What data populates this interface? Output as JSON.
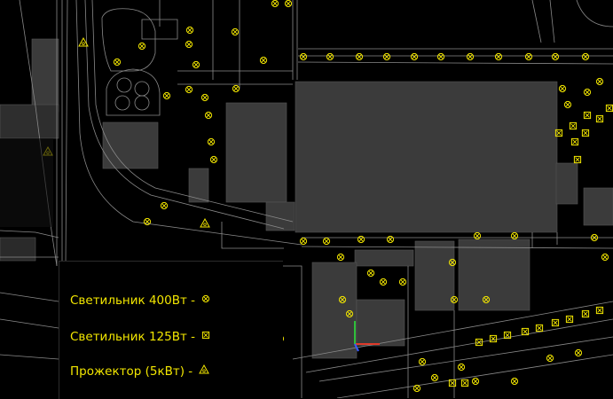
{
  "map": {
    "palette": {
      "background": "#000000",
      "building": "#3b3b3b",
      "linework": "#8a8a8a",
      "symbol": "#f2e600",
      "axis_x": "#e03a2a",
      "axis_y": "#2fbf3a",
      "axis_z": "#3a5bff"
    }
  },
  "legend": {
    "items": [
      {
        "label": "Светильник 400Вт -",
        "icon": "lamp-400w-icon"
      },
      {
        "label": "Светильник 125Вт -",
        "icon": "lamp-125w-icon"
      },
      {
        "label": "Прожектор (5кВт) -",
        "icon": "floodlight-icon"
      }
    ]
  }
}
